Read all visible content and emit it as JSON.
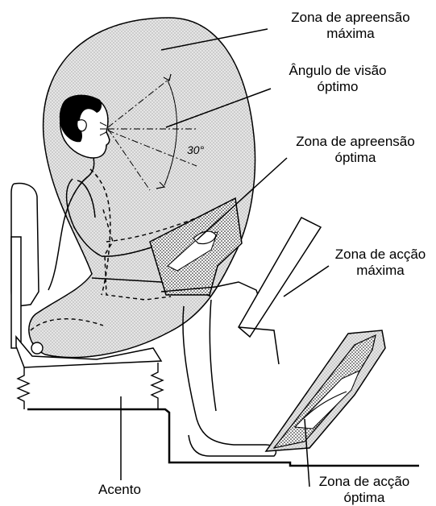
{
  "labels": {
    "zona_apreensao_maxima": [
      "Zona de apreensão",
      "máxima"
    ],
    "angulo_visao": [
      "Ângulo de visão",
      "óptimo"
    ],
    "angle": "30°",
    "zona_apreensao_optima": [
      "Zona de apreensão",
      "óptima"
    ],
    "zona_accao_maxima": [
      "Zona de acção",
      "máxima"
    ],
    "acento": "Acento",
    "zona_accao_optima": [
      "Zona de acção",
      "óptima"
    ]
  },
  "colors": {
    "ink": "#000000",
    "zone_fill": "#e3e3e3",
    "dot": "#000000"
  }
}
